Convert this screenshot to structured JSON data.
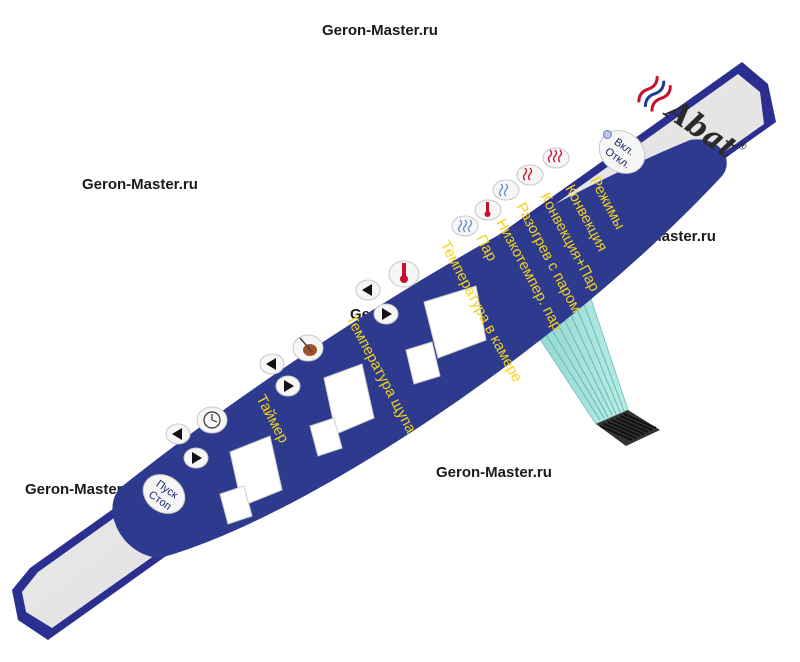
{
  "watermark": {
    "text": "Geron-Master.ru"
  },
  "brand": {
    "name": "Abat",
    "mark": "®"
  },
  "power_button": {
    "line1": "Вкл.",
    "line2": "Откл."
  },
  "start_button": {
    "line1": "Пуск",
    "line2": "Стоп"
  },
  "labels": {
    "modes": "Режимы",
    "convection": "Конвекция",
    "convection_steam": "Конвекция+Пар",
    "reheat_steam": "Разогрев с паром",
    "low_temp_steam": "Низкотемпер. пар",
    "steam": "Пар",
    "chamber_temp": "Температура в камере",
    "probe_temp": "Температура щупа",
    "timer": "Таймер"
  },
  "icons": {
    "power": "led-indicator-icon",
    "mode_convection": "heat-waves-icon",
    "mode_convection_steam": "heat-steam-icon",
    "mode_reheat": "reheat-icon",
    "mode_low_temp": "thermometer-steam-icon",
    "mode_steam": "steam-icon",
    "chamber": "thermometer-icon",
    "probe": "meat-probe-icon",
    "timer": "clock-icon"
  },
  "colors": {
    "panel_border": "#2b2f8f",
    "panel_face": "#e4e4e4",
    "control_area": "#2e3a8e",
    "label_yellow": "#f2d21a",
    "ribbon": "#9fe0d8",
    "connector": "#222222"
  }
}
